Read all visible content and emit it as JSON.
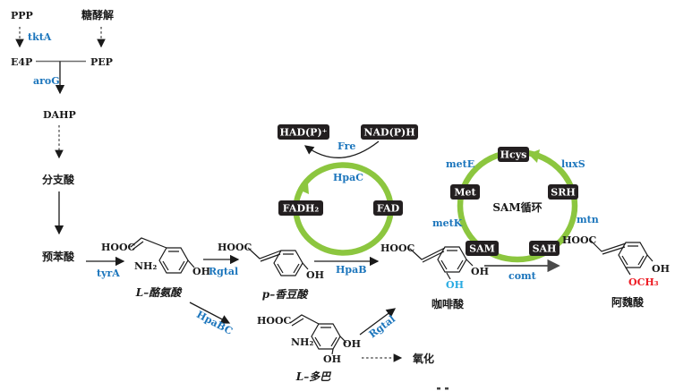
{
  "colors": {
    "enzyme_blue": "#1B75BC",
    "highlight_cyan": "#29ABE2",
    "highlight_red": "#ED1C24",
    "cycle_green": "#8CC63F",
    "box_black": "#231F20",
    "text_black": "#1a1a1a"
  },
  "upstream": {
    "ppp": "PPP",
    "glycolysis": "糖酵解",
    "tktA": "tktA",
    "e4p": "E4P",
    "pep": "PEP",
    "aroG": "aroG",
    "dahp": "DAHP",
    "chorismate": "分支酸",
    "prephenate": "预苯酸",
    "tyrA": "tyrA"
  },
  "molecules": {
    "tyrosine": {
      "name": "L–酪氨酸",
      "hooc": "HOOC",
      "nh2": "NH₂",
      "oh": "OH"
    },
    "coumaric": {
      "name": "p–香豆酸",
      "hooc": "HOOC",
      "oh": "OH"
    },
    "caffeic": {
      "name": "咖啡酸",
      "hooc": "HOOC",
      "oh": "OH",
      "oh_meta": "OH"
    },
    "ferulic": {
      "name": "阿魏酸",
      "hooc": "HOOC",
      "oh": "OH",
      "och3": "OCH₃"
    },
    "dopa": {
      "name": "L–多巴",
      "hooc": "HOOC",
      "nh2": "NH₂",
      "oh_right": "OH",
      "oh_bottom": "OH"
    }
  },
  "enzymes": {
    "rgtal_1": "Rgtal",
    "hpaB": "HpaB",
    "hpaBC": "HpaBC",
    "rgtal_2": "Rgtal",
    "comt": "comt",
    "oxidation": "氧化"
  },
  "fad_cycle": {
    "nadp_plus": "HAD(P)⁺",
    "nadph": "NAD(P)H",
    "fre": "Fre",
    "hpaC": "HpaC",
    "fadh2": "FADH₂",
    "fad": "FAD"
  },
  "sam_cycle": {
    "title": "SAM循环",
    "hcys": "Hcys",
    "srh": "SRH",
    "sah": "SAH",
    "sam": "SAM",
    "met": "Met",
    "metE": "metE",
    "luxS": "luxS",
    "mtn": "mtn",
    "metK": "metK"
  }
}
